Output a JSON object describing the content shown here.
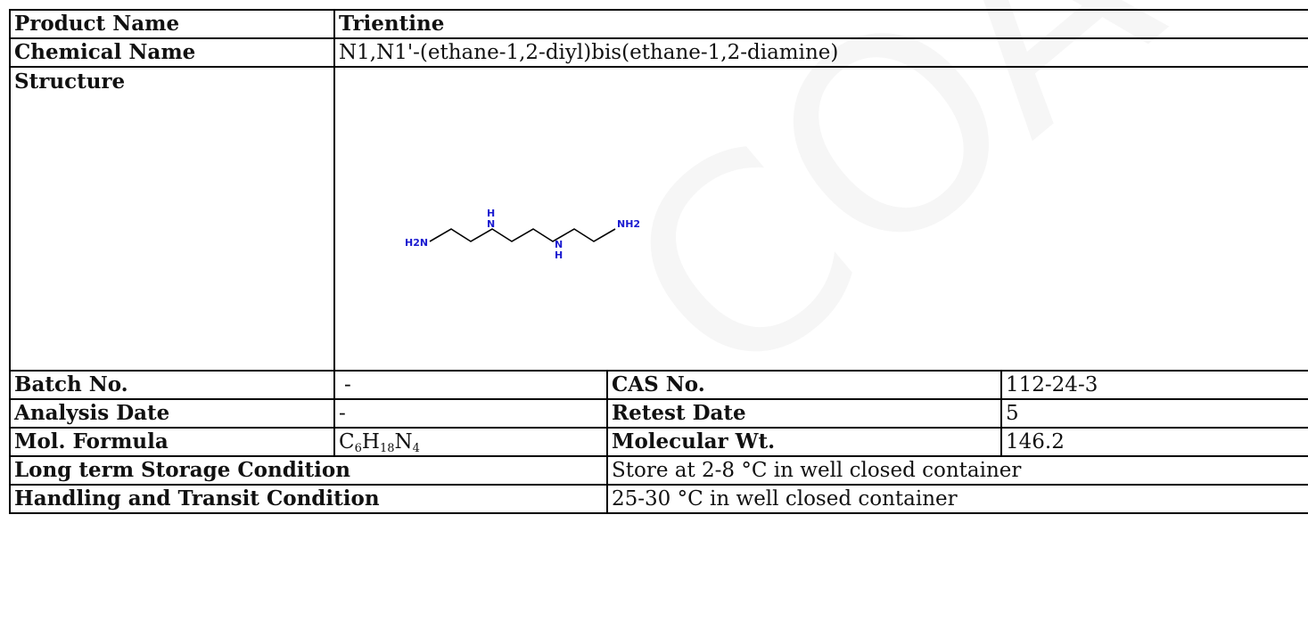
{
  "rows": {
    "product_name": {
      "label": "Product Name",
      "value": "Trientine"
    },
    "chemical_name": {
      "label": "Chemical Name",
      "value": "N1,N1'-(ethane-1,2-diyl)bis(ethane-1,2-diamine)"
    },
    "structure": {
      "label": "Structure",
      "atoms": {
        "left": "H2N",
        "n1_h": "H",
        "n1": "N",
        "n2": "N",
        "n2_h": "H",
        "right": "NH2"
      },
      "atom_color": "#1a1ad0"
    },
    "batch_no": {
      "label": "Batch No.",
      "value": "-"
    },
    "cas_no": {
      "label": "CAS No.",
      "value": "112-24-3"
    },
    "analysis_date": {
      "label": "Analysis Date",
      "value": "-"
    },
    "retest_date": {
      "label": "Retest Date",
      "value": "5"
    },
    "mol_formula": {
      "label": "Mol. Formula",
      "parts": [
        {
          "el": "C",
          "n": "6"
        },
        {
          "el": "H",
          "n": "18"
        },
        {
          "el": "N",
          "n": "4"
        }
      ]
    },
    "molecular_wt": {
      "label": "Molecular Wt.",
      "value": "146.2"
    },
    "storage": {
      "label": "Long term Storage Condition",
      "value": "Store at 2-8 °C in well closed container"
    },
    "handling": {
      "label": "Handling and Transit Condition",
      "value": "25-30 °C in well closed container"
    }
  },
  "watermark": "COA"
}
